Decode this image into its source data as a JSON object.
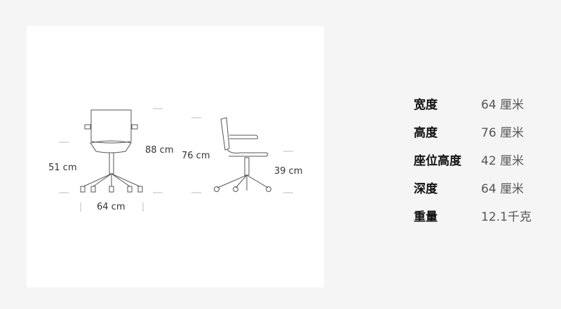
{
  "dimensions": {
    "front_height": "88 cm",
    "seat_height_front": "51 cm",
    "width": "64 cm",
    "side_height": "76 cm",
    "seat_height_side": "39 cm"
  },
  "specs": [
    {
      "label": "宽度",
      "value": "64 厘米"
    },
    {
      "label": "高度",
      "value": "76 厘米"
    },
    {
      "label": "座位高度",
      "value": "42 厘米"
    },
    {
      "label": "深度",
      "value": "64 厘米"
    },
    {
      "label": "重量",
      "value": "12.1千克"
    }
  ]
}
